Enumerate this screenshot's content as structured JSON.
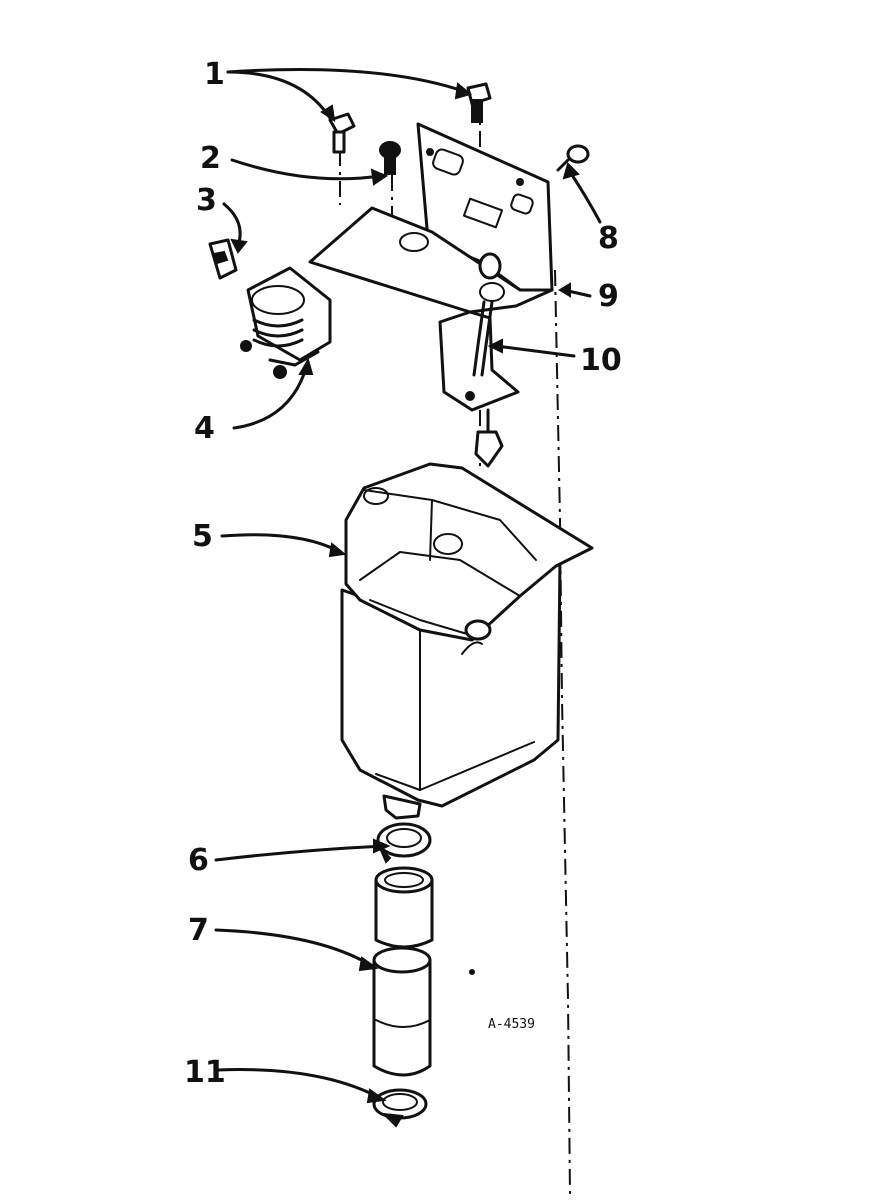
{
  "diagram": {
    "callouts": [
      "1",
      "2",
      "3",
      "4",
      "5",
      "6",
      "7",
      "8",
      "9",
      "10",
      "11"
    ],
    "drawing_code": "A-4539"
  }
}
